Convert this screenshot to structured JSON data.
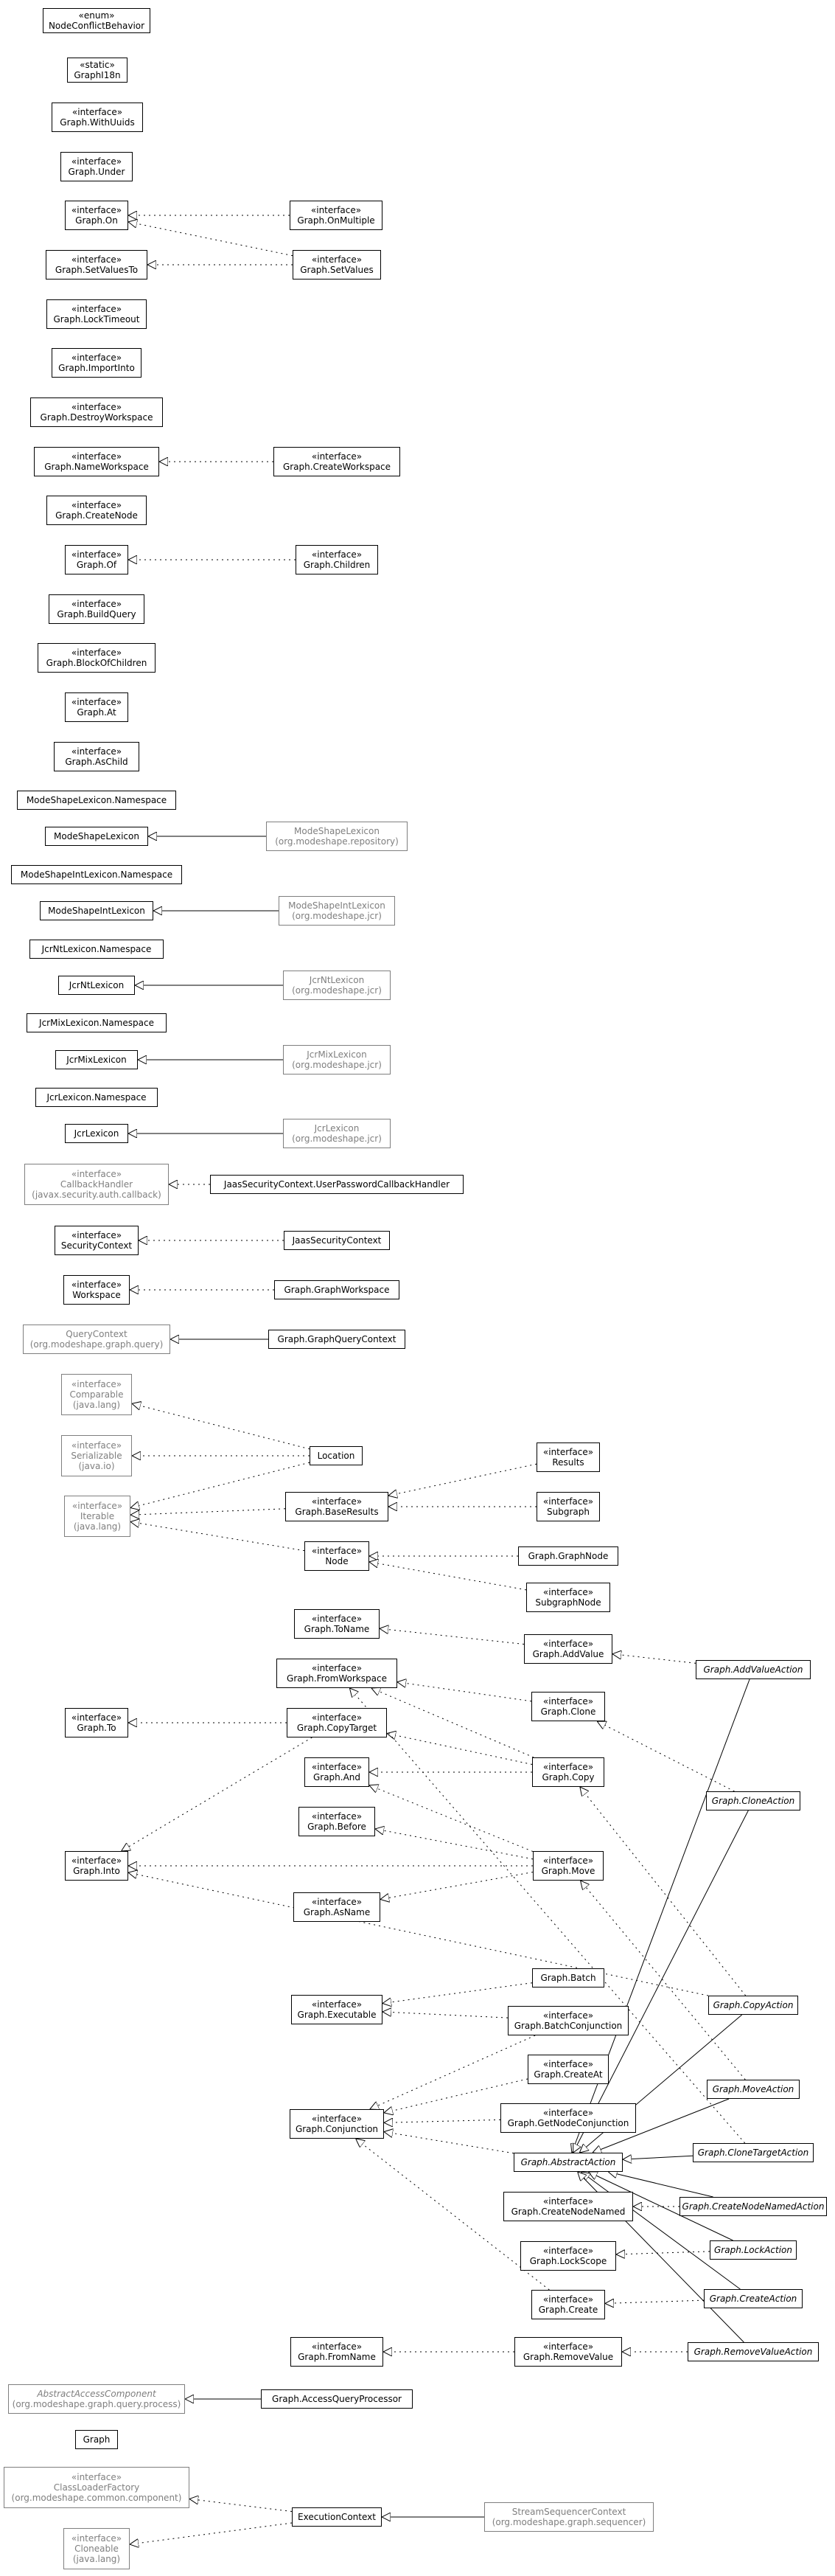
{
  "classes": {
    "nodeconflictbehavior": {
      "stereotype": "«enum»",
      "name": "NodeConflictBehavior"
    },
    "graphi18n": {
      "stereotype": "«static»",
      "name": "GraphI18n"
    },
    "withuuids": {
      "stereotype": "«interface»",
      "name": "Graph.WithUuids"
    },
    "under": {
      "stereotype": "«interface»",
      "name": "Graph.Under"
    },
    "on": {
      "stereotype": "«interface»",
      "name": "Graph.On"
    },
    "onmultiple": {
      "stereotype": "«interface»",
      "name": "Graph.OnMultiple"
    },
    "setvaluesto": {
      "stereotype": "«interface»",
      "name": "Graph.SetValuesTo"
    },
    "setvalues": {
      "stereotype": "«interface»",
      "name": "Graph.SetValues"
    },
    "locktimeout": {
      "stereotype": "«interface»",
      "name": "Graph.LockTimeout"
    },
    "importinto": {
      "stereotype": "«interface»",
      "name": "Graph.ImportInto"
    },
    "destroyworkspace": {
      "stereotype": "«interface»",
      "name": "Graph.DestroyWorkspace"
    },
    "nameworkspace": {
      "stereotype": "«interface»",
      "name": "Graph.NameWorkspace"
    },
    "createworkspace": {
      "stereotype": "«interface»",
      "name": "Graph.CreateWorkspace"
    },
    "createnode": {
      "stereotype": "«interface»",
      "name": "Graph.CreateNode"
    },
    "of": {
      "stereotype": "«interface»",
      "name": "Graph.Of"
    },
    "children": {
      "stereotype": "«interface»",
      "name": "Graph.Children"
    },
    "buildquery": {
      "stereotype": "«interface»",
      "name": "Graph.BuildQuery"
    },
    "blockofchildren": {
      "stereotype": "«interface»",
      "name": "Graph.BlockOfChildren"
    },
    "at": {
      "stereotype": "«interface»",
      "name": "Graph.At"
    },
    "aschild": {
      "stereotype": "«interface»",
      "name": "Graph.AsChild"
    },
    "msl_ns": {
      "name": "ModeShapeLexicon.Namespace"
    },
    "msl": {
      "name": "ModeShapeLexicon"
    },
    "msl_repo": {
      "name": "ModeShapeLexicon",
      "package": "(org.modeshape.repository)"
    },
    "msil_ns": {
      "name": "ModeShapeIntLexicon.Namespace"
    },
    "msil": {
      "name": "ModeShapeIntLexicon"
    },
    "msil_jcr": {
      "name": "ModeShapeIntLexicon",
      "package": "(org.modeshape.jcr)"
    },
    "jntl_ns": {
      "name": "JcrNtLexicon.Namespace"
    },
    "jntl": {
      "name": "JcrNtLexicon"
    },
    "jntl_jcr": {
      "name": "JcrNtLexicon",
      "package": "(org.modeshape.jcr)"
    },
    "jmix_ns": {
      "name": "JcrMixLexicon.Namespace"
    },
    "jmix": {
      "name": "JcrMixLexicon"
    },
    "jmix_jcr": {
      "name": "JcrMixLexicon",
      "package": "(org.modeshape.jcr)"
    },
    "jl_ns": {
      "name": "JcrLexicon.Namespace"
    },
    "jl": {
      "name": "JcrLexicon"
    },
    "jl_jcr": {
      "name": "JcrLexicon",
      "package": "(org.modeshape.jcr)"
    },
    "callbackhandler": {
      "stereotype": "«interface»",
      "name": "CallbackHandler",
      "package": "(javax.security.auth.callback)"
    },
    "jaasupch": {
      "name": "JaasSecurityContext.UserPasswordCallbackHandler"
    },
    "securitycontext": {
      "stereotype": "«interface»",
      "name": "SecurityContext"
    },
    "jaassc": {
      "name": "JaasSecurityContext"
    },
    "workspace": {
      "stereotype": "«interface»",
      "name": "Workspace"
    },
    "graphworkspace": {
      "name": "Graph.GraphWorkspace"
    },
    "querycontext": {
      "name": "QueryContext",
      "package": "(org.modeshape.graph.query)"
    },
    "graphquerycontext": {
      "name": "Graph.GraphQueryContext"
    },
    "comparable": {
      "stereotype": "«interface»",
      "name": "Comparable",
      "package": "(java.lang)"
    },
    "serializable": {
      "stereotype": "«interface»",
      "name": "Serializable",
      "package": "(java.io)"
    },
    "location": {
      "name": "Location"
    },
    "results": {
      "stereotype": "«interface»",
      "name": "Results"
    },
    "iterable": {
      "stereotype": "«interface»",
      "name": "Iterable",
      "package": "(java.lang)"
    },
    "baseresults": {
      "stereotype": "«interface»",
      "name": "Graph.BaseResults"
    },
    "subgraph": {
      "stereotype": "«interface»",
      "name": "Subgraph"
    },
    "node": {
      "stereotype": "«interface»",
      "name": "Node"
    },
    "graphnode": {
      "name": "Graph.GraphNode"
    },
    "subgraphnode": {
      "stereotype": "«interface»",
      "name": "SubgraphNode"
    },
    "toname": {
      "stereotype": "«interface»",
      "name": "Graph.ToName"
    },
    "addvalue": {
      "stereotype": "«interface»",
      "name": "Graph.AddValue"
    },
    "addvalueaction": {
      "name": "Graph.AddValueAction"
    },
    "fromworkspace": {
      "stereotype": "«interface»",
      "name": "Graph.FromWorkspace"
    },
    "clone": {
      "stereotype": "«interface»",
      "name": "Graph.Clone"
    },
    "to": {
      "stereotype": "«interface»",
      "name": "Graph.To"
    },
    "copytarget": {
      "stereotype": "«interface»",
      "name": "Graph.CopyTarget"
    },
    "cloneaction": {
      "name": "Graph.CloneAction"
    },
    "and": {
      "stereotype": "«interface»",
      "name": "Graph.And"
    },
    "copy": {
      "stereotype": "«interface»",
      "name": "Graph.Copy"
    },
    "before": {
      "stereotype": "«interface»",
      "name": "Graph.Before"
    },
    "into": {
      "stereotype": "«interface»",
      "name": "Graph.Into"
    },
    "move": {
      "stereotype": "«interface»",
      "name": "Graph.Move"
    },
    "asname": {
      "stereotype": "«interface»",
      "name": "Graph.AsName"
    },
    "batch": {
      "name": "Graph.Batch"
    },
    "executable": {
      "stereotype": "«interface»",
      "name": "Graph.Executable"
    },
    "batchconjunction": {
      "stereotype": "«interface»",
      "name": "Graph.BatchConjunction"
    },
    "copyaction": {
      "name": "Graph.CopyAction"
    },
    "createat": {
      "stereotype": "«interface»",
      "name": "Graph.CreateAt"
    },
    "conjunction": {
      "stereotype": "«interface»",
      "name": "Graph.Conjunction"
    },
    "getnodeconjunction": {
      "stereotype": "«interface»",
      "name": "Graph.GetNodeConjunction"
    },
    "moveaction": {
      "name": "Graph.MoveAction"
    },
    "abstractaction": {
      "name": "Graph.AbstractAction"
    },
    "clonetargetaction": {
      "name": "Graph.CloneTargetAction"
    },
    "createnodenamed": {
      "stereotype": "«interface»",
      "name": "Graph.CreateNodeNamed"
    },
    "createnodenamedaction": {
      "name": "Graph.CreateNodeNamedAction"
    },
    "lockscope": {
      "stereotype": "«interface»",
      "name": "Graph.LockScope"
    },
    "lockaction": {
      "name": "Graph.LockAction"
    },
    "create": {
      "stereotype": "«interface»",
      "name": "Graph.Create"
    },
    "createaction": {
      "name": "Graph.CreateAction"
    },
    "fromname": {
      "stereotype": "«interface»",
      "name": "Graph.FromName"
    },
    "removevalue": {
      "stereotype": "«interface»",
      "name": "Graph.RemoveValue"
    },
    "removevalueaction": {
      "name": "Graph.RemoveValueAction"
    },
    "abstractaccesscomponent": {
      "name": "AbstractAccessComponent",
      "package": "(org.modeshape.graph.query.process)"
    },
    "accessqueryprocessor": {
      "name": "Graph.AccessQueryProcessor"
    },
    "graph": {
      "name": "Graph"
    },
    "classloaderfactory": {
      "stereotype": "«interface»",
      "name": "ClassLoaderFactory",
      "package": "(org.modeshape.common.component)"
    },
    "executioncontext": {
      "name": "ExecutionContext"
    },
    "streamsequencercontext": {
      "name": "StreamSequencerContext",
      "package": "(org.modeshape.graph.sequencer)"
    },
    "cloneable": {
      "stereotype": "«interface»",
      "name": "Cloneable",
      "package": "(java.lang)"
    }
  },
  "relations": [
    [
      "onmultiple",
      "on",
      "realization"
    ],
    [
      "setvalues",
      "on",
      "realization"
    ],
    [
      "setvalues",
      "setvaluesto",
      "realization"
    ],
    [
      "createworkspace",
      "nameworkspace",
      "realization"
    ],
    [
      "children",
      "of",
      "realization"
    ],
    [
      "msl_repo",
      "msl",
      "generalization"
    ],
    [
      "msil_jcr",
      "msil",
      "generalization"
    ],
    [
      "jntl_jcr",
      "jntl",
      "generalization"
    ],
    [
      "jmix_jcr",
      "jmix",
      "generalization"
    ],
    [
      "jl_jcr",
      "jl",
      "generalization"
    ],
    [
      "jaasupch",
      "callbackhandler",
      "realization"
    ],
    [
      "jaassc",
      "securitycontext",
      "realization"
    ],
    [
      "graphworkspace",
      "workspace",
      "realization"
    ],
    [
      "graphquerycontext",
      "querycontext",
      "generalization"
    ],
    [
      "location",
      "comparable",
      "realization"
    ],
    [
      "location",
      "serializable",
      "realization"
    ],
    [
      "location",
      "iterable",
      "realization"
    ],
    [
      "baseresults",
      "iterable",
      "realization"
    ],
    [
      "node",
      "iterable",
      "realization"
    ],
    [
      "results",
      "baseresults",
      "realization"
    ],
    [
      "subgraph",
      "baseresults",
      "realization"
    ],
    [
      "graphnode",
      "node",
      "realization"
    ],
    [
      "subgraphnode",
      "node",
      "realization"
    ],
    [
      "addvalue",
      "toname",
      "realization"
    ],
    [
      "addvalueaction",
      "addvalue",
      "realization"
    ],
    [
      "clone",
      "fromworkspace",
      "realization"
    ],
    [
      "copy",
      "fromworkspace",
      "realization"
    ],
    [
      "cloneaction",
      "clone",
      "realization"
    ],
    [
      "copytarget",
      "to",
      "realization"
    ],
    [
      "copy",
      "copytarget",
      "realization"
    ],
    [
      "copy",
      "and",
      "realization"
    ],
    [
      "move",
      "and",
      "realization"
    ],
    [
      "move",
      "before",
      "realization"
    ],
    [
      "move",
      "into",
      "realization"
    ],
    [
      "move",
      "asname",
      "realization"
    ],
    [
      "copytarget",
      "into",
      "realization"
    ],
    [
      "copyaction",
      "copy",
      "realization"
    ],
    [
      "copyaction",
      "into",
      "realization"
    ],
    [
      "moveaction",
      "move",
      "realization"
    ],
    [
      "batch",
      "executable",
      "realization"
    ],
    [
      "batchconjunction",
      "executable",
      "realization"
    ],
    [
      "batchconjunction",
      "conjunction",
      "realization"
    ],
    [
      "createat",
      "conjunction",
      "realization"
    ],
    [
      "getnodeconjunction",
      "conjunction",
      "realization"
    ],
    [
      "abstractaction",
      "conjunction",
      "realization"
    ],
    [
      "create",
      "conjunction",
      "realization"
    ],
    [
      "createnodenamedaction",
      "createnodenamed",
      "realization"
    ],
    [
      "lockaction",
      "lockscope",
      "realization"
    ],
    [
      "createaction",
      "create",
      "realization"
    ],
    [
      "clonetargetaction",
      "fromworkspace",
      "realization"
    ],
    [
      "removevalueaction",
      "removevalue",
      "realization"
    ],
    [
      "removevalue",
      "fromname",
      "realization"
    ],
    [
      "addvalueaction",
      "abstractaction",
      "generalization"
    ],
    [
      "cloneaction",
      "abstractaction",
      "generalization"
    ],
    [
      "copyaction",
      "abstractaction",
      "generalization"
    ],
    [
      "moveaction",
      "abstractaction",
      "generalization"
    ],
    [
      "clonetargetaction",
      "abstractaction",
      "generalization"
    ],
    [
      "createnodenamedaction",
      "abstractaction",
      "generalization"
    ],
    [
      "lockaction",
      "abstractaction",
      "generalization"
    ],
    [
      "createaction",
      "abstractaction",
      "generalization"
    ],
    [
      "removevalueaction",
      "abstractaction",
      "generalization"
    ],
    [
      "accessqueryprocessor",
      "abstractaccesscomponent",
      "generalization"
    ],
    [
      "executioncontext",
      "classloaderfactory",
      "realization"
    ],
    [
      "executioncontext",
      "cloneable",
      "realization"
    ],
    [
      "streamsequencercontext",
      "executioncontext",
      "generalization"
    ]
  ]
}
